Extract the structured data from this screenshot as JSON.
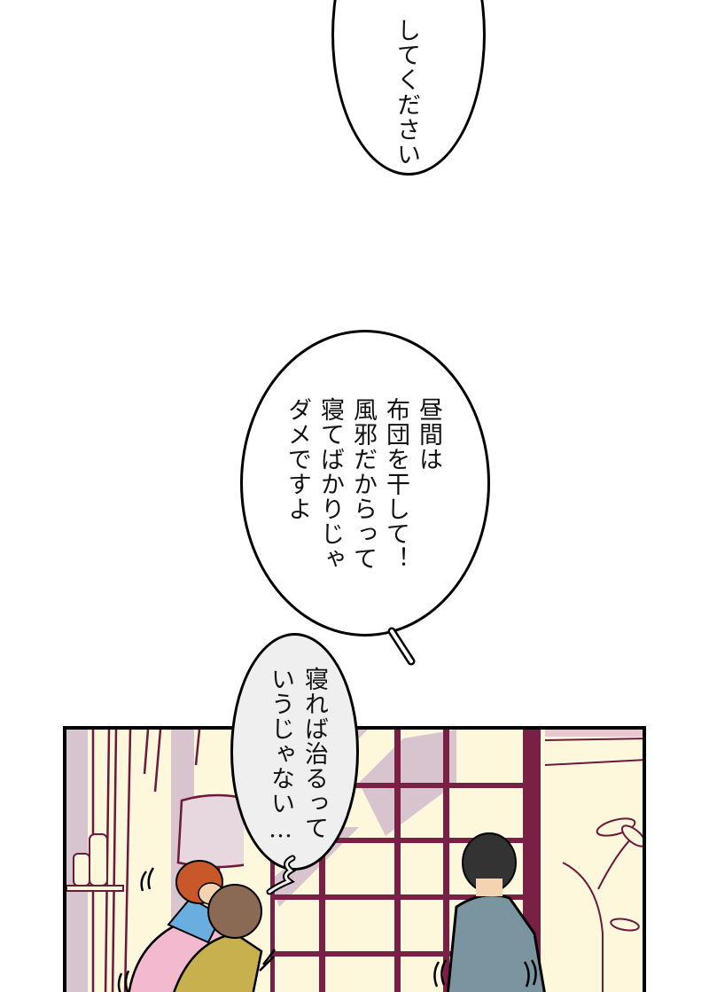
{
  "page": {
    "background": "#ffffff"
  },
  "bubbles": [
    {
      "id": "bubble-1",
      "lines": [
        "してください"
      ],
      "style": "white"
    },
    {
      "id": "bubble-2",
      "lines": [
        "昼間は",
        "布団を干して！",
        "風邪だからって",
        "寝てばかりじゃ",
        "ダメですよ"
      ],
      "style": "white"
    },
    {
      "id": "bubble-3",
      "lines": [
        "寝れば治るって",
        "いうじゃない…"
      ],
      "style": "grey"
    }
  ],
  "panel": {
    "background": "#fdf7dc",
    "window_frame_color": "#7a1f45",
    "shadow_color": "#d8c4cf",
    "characters": [
      {
        "name": "orange-haired-person",
        "hair": "#c8582a",
        "shirt": "#6aaee0"
      },
      {
        "name": "brown-haired-person",
        "hair": "#8a6a55",
        "shirt": "#c9b04f"
      },
      {
        "name": "dark-haired-person",
        "hair": "#333333",
        "hoodie": "#7a94a0"
      }
    ],
    "blanket_color": "#f2b9cf"
  }
}
